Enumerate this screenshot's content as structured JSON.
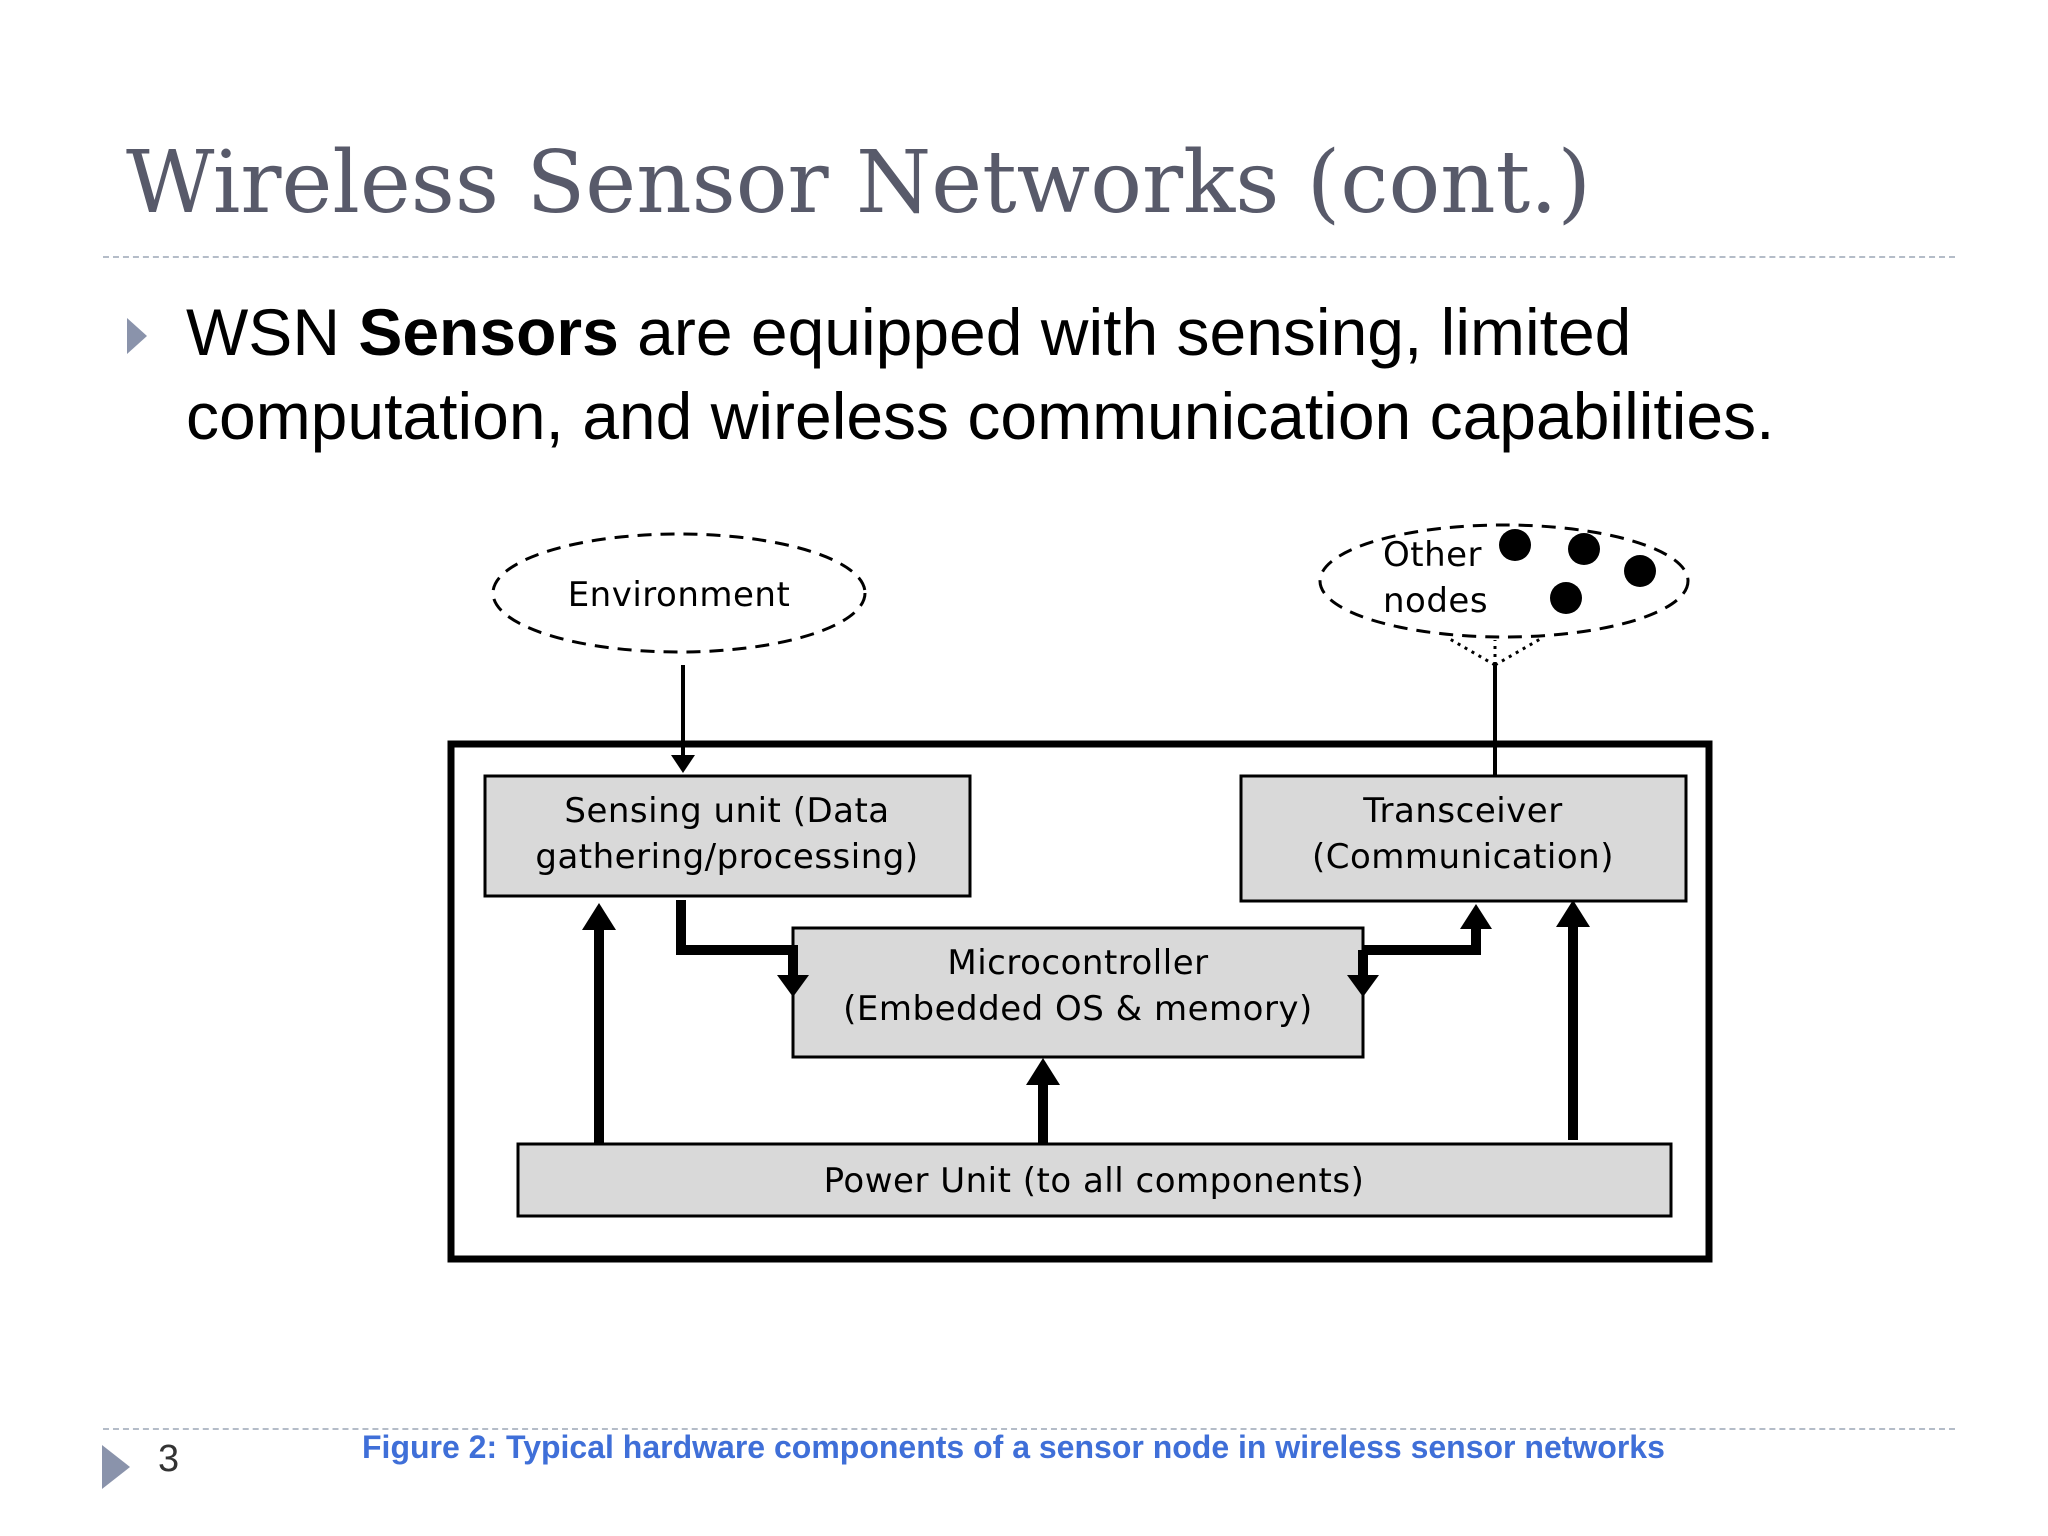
{
  "slide": {
    "title": "Wireless Sensor Networks (cont.)",
    "bullet": {
      "prefix": "WSN ",
      "bold": "Sensors",
      "line1_rest": " are equipped with sensing, limited",
      "line2": "computation, and wireless communication capabilities."
    },
    "page_number": "3",
    "caption": "Figure 2: Typical hardware components of a sensor node in wireless sensor networks"
  },
  "diagram": {
    "environment": "Environment",
    "other_nodes": [
      "Other",
      "nodes"
    ],
    "sensing_unit": [
      "Sensing unit (Data",
      "gathering/processing)"
    ],
    "transceiver": [
      "Transceiver",
      "(Communication)"
    ],
    "microcontroller": [
      "Microcontroller",
      "(Embedded OS & memory)"
    ],
    "power_unit": "Power Unit (to all components)"
  },
  "colors": {
    "title": "#585a6a",
    "marker": "#8a93ab",
    "caption": "#3f6fd8",
    "box_fill": "#d9d9d9"
  }
}
